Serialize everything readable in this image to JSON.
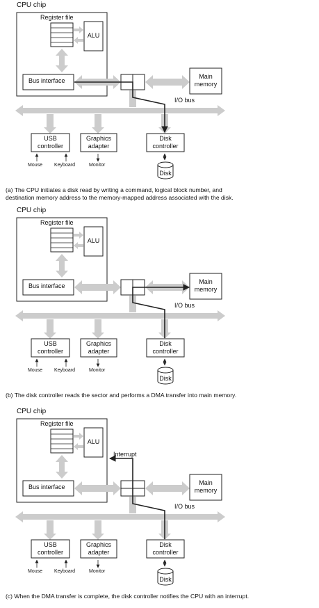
{
  "panels": [
    {
      "id": "a",
      "cpu_chip": "CPU chip",
      "register_file": "Register file",
      "alu": "ALU",
      "bus_interface": "Bus interface",
      "main_memory": [
        "Main",
        "memory"
      ],
      "io_bus": "I/O bus",
      "usb_controller": [
        "USB",
        "controller"
      ],
      "graphics_adapter": [
        "Graphics",
        "adapter"
      ],
      "disk_controller": [
        "Disk",
        "controller"
      ],
      "disk": "Disk",
      "mouse": "Mouse",
      "keyboard": "Keyboard",
      "monitor": "Monitor",
      "interrupt": "",
      "caption": [
        "(a) The CPU initiates a disk read by writing a command, logical block number, and",
        "destination memory address to the memory-mapped address associated with the disk."
      ]
    },
    {
      "id": "b",
      "cpu_chip": "CPU chip",
      "register_file": "Register file",
      "alu": "ALU",
      "bus_interface": "Bus interface",
      "main_memory": [
        "Main",
        "memory"
      ],
      "io_bus": "I/O bus",
      "usb_controller": [
        "USB",
        "controller"
      ],
      "graphics_adapter": [
        "Graphics",
        "adapter"
      ],
      "disk_controller": [
        "Disk",
        "controller"
      ],
      "disk": "Disk",
      "mouse": "Mouse",
      "keyboard": "Keyboard",
      "monitor": "Monitor",
      "interrupt": "",
      "caption": [
        "(b) The disk controller reads the sector and performs a DMA transfer into main memory.",
        ""
      ]
    },
    {
      "id": "c",
      "cpu_chip": "CPU chip",
      "register_file": "Register file",
      "alu": "ALU",
      "bus_interface": "Bus interface",
      "main_memory": [
        "Main",
        "memory"
      ],
      "io_bus": "I/O bus",
      "usb_controller": [
        "USB",
        "controller"
      ],
      "graphics_adapter": [
        "Graphics",
        "adapter"
      ],
      "disk_controller": [
        "Disk",
        "controller"
      ],
      "disk": "Disk",
      "mouse": "Mouse",
      "keyboard": "Keyboard",
      "monitor": "Monitor",
      "interrupt": "Interrupt",
      "caption": [
        "(c) When the DMA transfer is complete, the disk controller notifies the CPU with an interrupt.",
        ""
      ]
    }
  ],
  "colors": {
    "bus_gray": "#cccccc",
    "outline": "#222222",
    "text": "#111111"
  }
}
